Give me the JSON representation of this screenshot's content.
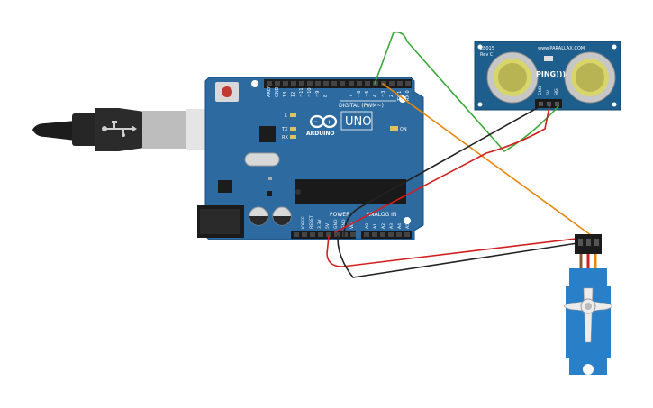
{
  "arduino": {
    "brand": "ARDUINO",
    "model": "UNO",
    "on_label": "ON",
    "l_label": "L",
    "tx_label": "TX",
    "rx_label": "RX",
    "digital_label": "DIGITAL (PWM~)",
    "power_label": "POWER",
    "analog_label": "ANALOG IN",
    "aref_label": "AREF",
    "gnd_label": "GND",
    "top_pins": [
      "13",
      "12",
      "~11",
      "~10",
      "~9",
      "8",
      "7",
      "~6",
      "~5",
      "4",
      "~3",
      "2",
      "TX 1",
      "RX 0"
    ],
    "power_pins": [
      "IOREF",
      "RESET",
      "3.3V",
      "5V",
      "GND",
      "GND",
      "Vin"
    ],
    "analog_pins": [
      "A0",
      "A1",
      "A2",
      "A3",
      "A4",
      "A5"
    ]
  },
  "sensor": {
    "part_number": "28015",
    "revision": "Rev C",
    "maker": "www.PARALLAX.COM",
    "name": "PING)))",
    "pins": [
      "GND",
      "5V",
      "SIG"
    ]
  },
  "colors": {
    "board": "#2d6aa0",
    "sensor_board": "#1e5e8c",
    "wire_green": "#3aa83a",
    "wire_orange": "#e8870c",
    "wire_red": "#d21f1f",
    "wire_black": "#222222",
    "servo": "#2a7fc9"
  },
  "icons": {
    "usb_plug": "usb-plug-icon",
    "reset_button": "reset-button-icon",
    "infinity_logo": "arduino-infinity-logo"
  }
}
